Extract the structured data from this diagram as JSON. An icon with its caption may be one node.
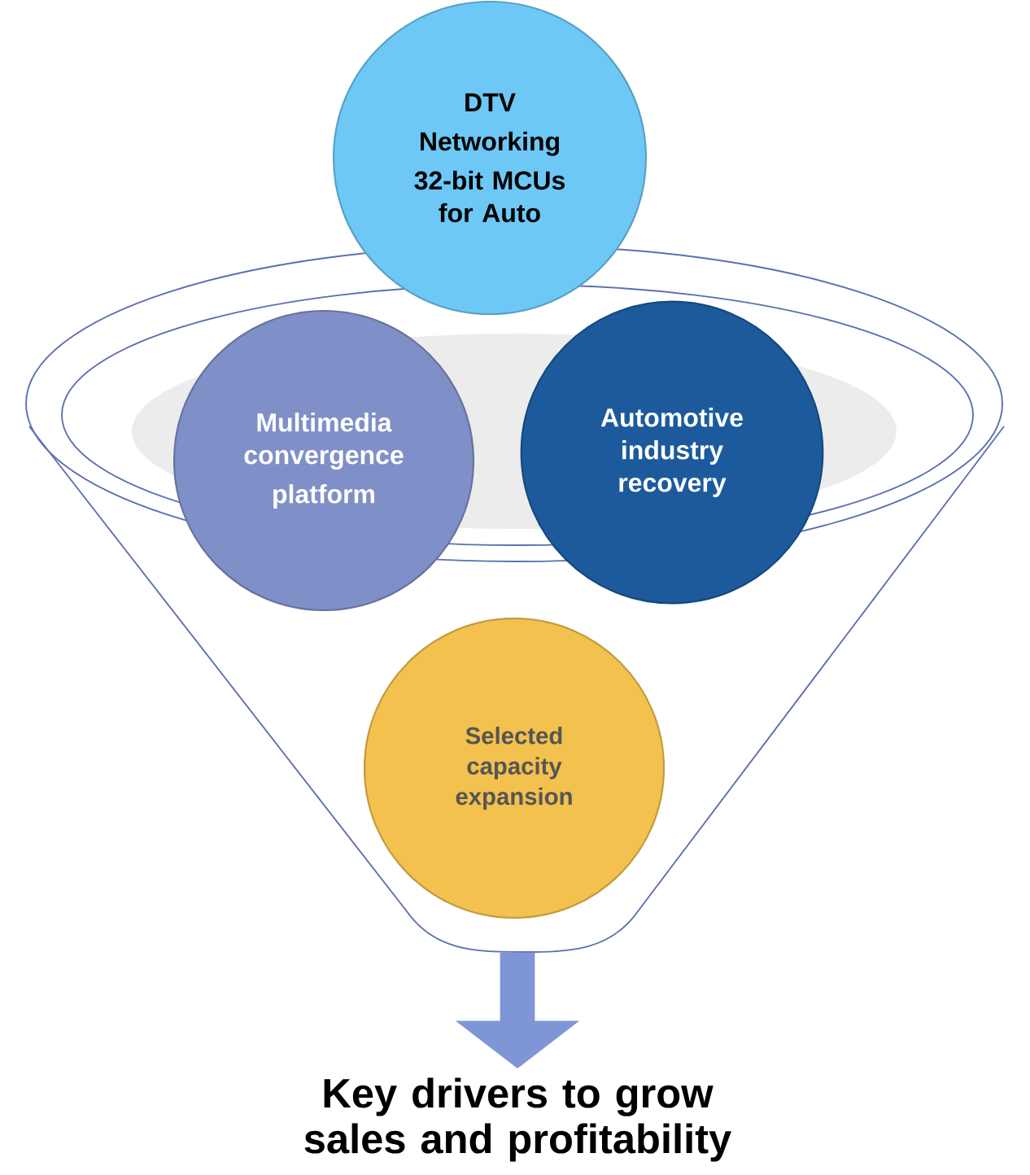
{
  "diagram": {
    "nodes": [
      {
        "text": [
          "DTV",
          "Networking",
          "32-bit MCUs for Auto"
        ]
      },
      {
        "text": [],
        "shape": "funnel"
      },
      {
        "text": [
          "Multimedia convergence",
          "platform"
        ],
        "in": 1
      },
      {
        "text": [
          "Automotive industry recovery"
        ],
        "in": 1
      },
      {
        "text": [
          "Selected capacity expansion"
        ],
        "in": 1
      },
      {
        "text": [
          "Key drivers to grow sales and profitability"
        ]
      }
    ],
    "edges": [
      {
        "from": 1,
        "to": 5,
        "arrow": "to"
      }
    ]
  }
}
